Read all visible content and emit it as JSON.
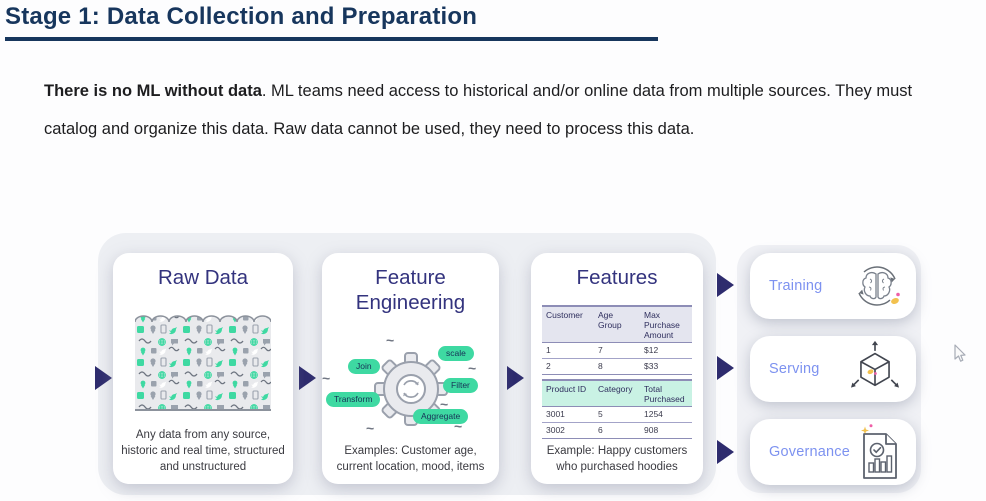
{
  "header": {
    "title": "Stage 1: Data Collection and Preparation"
  },
  "intro": {
    "bold_lead": "There is no ML without data",
    "rest": ". ML teams need access to historical and/or online data from multiple sources. They must catalog and organize this data. Raw data cannot be used, they need to process this data."
  },
  "pipeline": {
    "raw_data": {
      "title": "Raw Data",
      "caption": "Any data from any source, historic and real time, structured and unstructured",
      "icon": "data-sea-illustration"
    },
    "feature_engineering": {
      "title": "Feature Engineering",
      "caption": "Examples: Customer age, current location, mood, items",
      "icon": "gear-refresh-icon",
      "bubbles": [
        "Join",
        "scale",
        "Transform",
        "Filter",
        "Aggregate"
      ]
    },
    "features": {
      "title": "Features",
      "caption": "Example: Happy customers who purchased hoodies",
      "table1": {
        "headers": [
          "Customer",
          "Age Group",
          "Max Purchase Amount"
        ],
        "rows": [
          [
            "1",
            "7",
            "$12"
          ],
          [
            "2",
            "8",
            "$33"
          ]
        ]
      },
      "table2": {
        "headers": [
          "Product ID",
          "Category",
          "Total Purchased"
        ],
        "rows": [
          [
            "3001",
            "5",
            "1254"
          ],
          [
            "3002",
            "6",
            "908"
          ]
        ]
      }
    },
    "outputs": [
      {
        "label": "Training",
        "icon": "brain-cycle-icon"
      },
      {
        "label": "Serving",
        "icon": "cube-deploy-icon"
      },
      {
        "label": "Governance",
        "icon": "report-check-icon"
      }
    ]
  },
  "decor": {
    "tilde": "~",
    "flow_arrow_icon": "right-triangle-arrow-icon",
    "cursor_icon": "mouse-pointer-icon"
  },
  "colors": {
    "heading_navy": "#17365d",
    "card_title_indigo": "#33337e",
    "mint_green": "#3ed9a2",
    "periwinkle_label": "#7d92f0",
    "arrow_indigo": "#2e2c6e",
    "table_header_gray": "#e4e5ef",
    "table_header_mint": "#c9f2e4"
  }
}
